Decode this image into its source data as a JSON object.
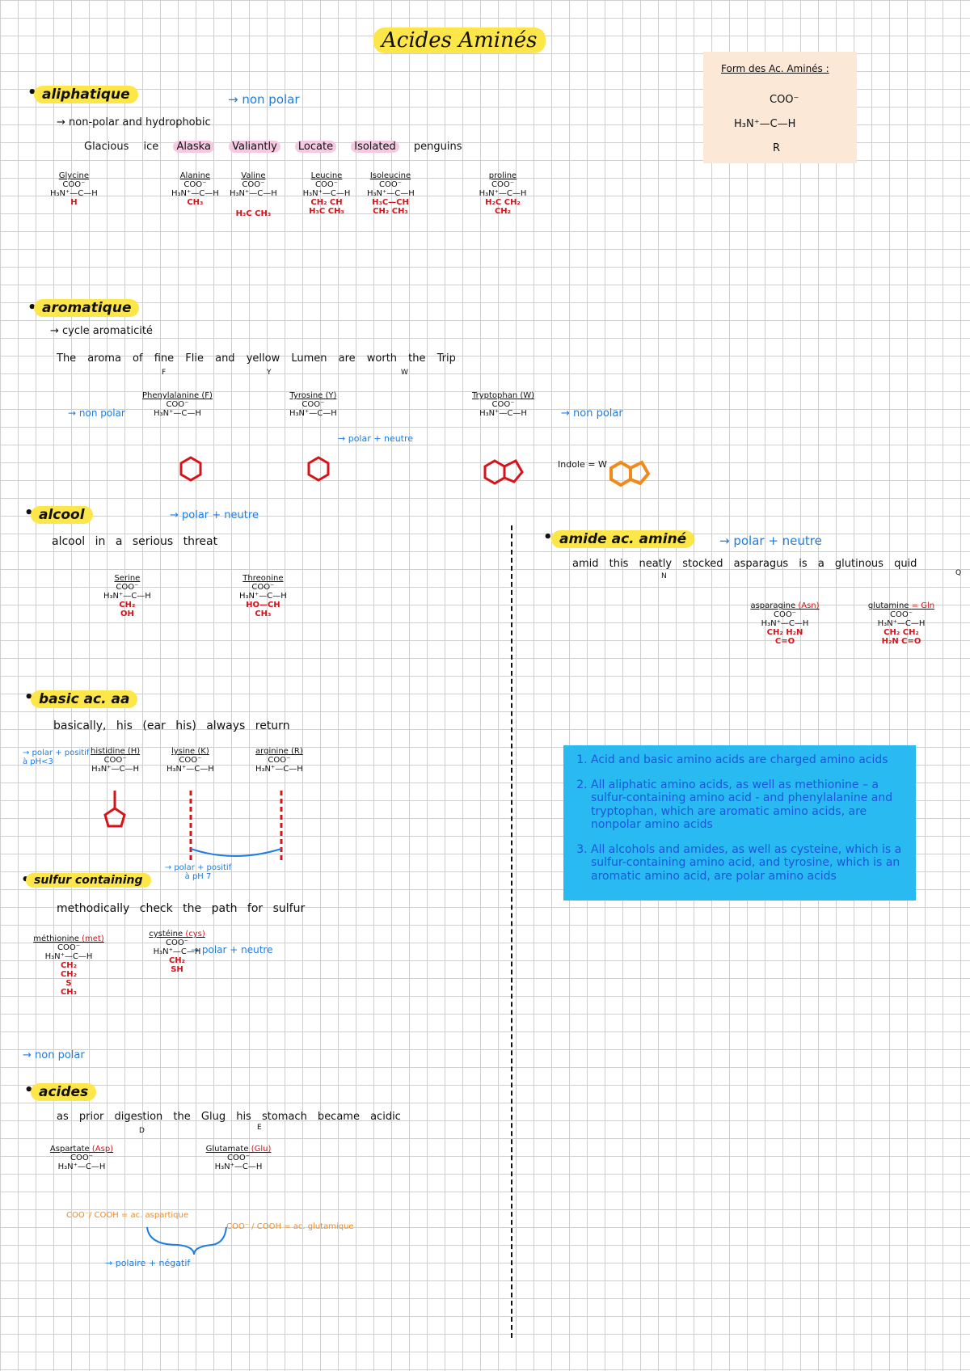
{
  "title": "Acides Aminés",
  "formula": {
    "label": "Form des Ac. Aminés :",
    "line1": "COO⁻",
    "line2": "H₃N⁺—C—H",
    "line3": "R"
  },
  "aliphatique": {
    "head": "aliphatique",
    "note_blue": "→ non polar",
    "sub": "→ non-polar and hydrophobic",
    "mnemonic": "Glacious ice Alaska Valiantly Locate Isolated penguins",
    "mnemonic_words": [
      "Glacious",
      "ice",
      "Alaska",
      "Valiantly",
      "Locate",
      "Isolated",
      "penguins"
    ],
    "acids": [
      {
        "name": "Glycine",
        "r": "H"
      },
      {
        "name": "Alanine",
        "r": "CH₃"
      },
      {
        "name": "Valine",
        "r": "H₃C  CH₃"
      },
      {
        "name": "Leucine",
        "r": "CH₂ CH H₃C CH₃"
      },
      {
        "name": "Isoleucine",
        "r": "H₃C—CH CH₂ CH₃"
      },
      {
        "name": "proline",
        "r": "H₂C CH₂ CH₂"
      }
    ]
  },
  "aromatique": {
    "head": "aromatique",
    "sub": "→ cycle aromaticité",
    "mnemonic": "The aroma of fine Flie and yellow Lumen are worth the Trip",
    "f_mark": "F",
    "y_mark": "Y",
    "w_mark": "W",
    "left_note": "→ non polar",
    "right_note": "→ non polar",
    "tyr_note": "→ polar + neutre",
    "indole_note": "Indole = W",
    "acids": [
      {
        "name": "Phenylalanine (F)"
      },
      {
        "name": "Tyrosine (Y)"
      },
      {
        "name": "Tryptophan (W)"
      }
    ]
  },
  "alcool": {
    "head": "alcool",
    "note_blue": "→ polar + neutre",
    "mnemonic": "alcool in a serious threat",
    "acids": [
      {
        "name": "Serine",
        "r": "CH₂ OH"
      },
      {
        "name": "Threonine",
        "r": "HO—CH CH₃"
      }
    ]
  },
  "amide": {
    "head": "amide ac. aminé",
    "note_blue": "→ polar + neutre",
    "mnemonic": "amid this neatly stocked asparagus is a glutinous quid",
    "n_mark": "N",
    "q_mark": "Q",
    "acids": [
      {
        "name": "asparagine",
        "tag": "(Asn)",
        "r": "CH₂ H₂N C=O"
      },
      {
        "name": "glutamine",
        "tag": "= Gln",
        "r": "CH₂ CH₂ H₂N C=O"
      }
    ]
  },
  "basic": {
    "head": "basic ac. aa",
    "mnemonic": "basically, his (ear his) always return",
    "left_note": "→ polar + positif à pH<3",
    "bottom_note": "→ polar + positif à pH 7",
    "acids": [
      {
        "name": "histidine (H)"
      },
      {
        "name": "lysine (K)"
      },
      {
        "name": "arginine (R)"
      }
    ]
  },
  "sulfur": {
    "head": "sulfur containing",
    "mnemonic": "methodically check the path for sulfur",
    "note_blue": "→ polar + neutre",
    "bottom_note": "→ non polar",
    "acids": [
      {
        "name": "méthionine",
        "tag": "(met)",
        "r": "CH₂ CH₂ S CH₃"
      },
      {
        "name": "cystéine",
        "tag": "(cys)",
        "r": "CH₂ SH"
      }
    ]
  },
  "acides": {
    "head": "acides",
    "mnemonic": "as prior digestion the Glug his stomach became acidic",
    "d_mark": "D",
    "e_mark": "E",
    "bottom_note": "→ polaire + négatif",
    "acids": [
      {
        "name": "Aspartate",
        "tag": "(Asp)",
        "r_note": "COO⁻/ COOH = ac. aspartique"
      },
      {
        "name": "Glutamate",
        "tag": "(Glu)",
        "r_note": "COO⁻ / COOH = ac. glutamique"
      }
    ]
  },
  "summary": {
    "items": [
      "Acid and basic amino acids are charged amino acids",
      "All aliphatic amino acids, as well as methionine – a sulfur-containing amino acid - and phenylalanine and tryptophan, which are aromatic amino acids, are nonpolar amino acids",
      "All alcohols and amides, as well as cysteine, which is a sulfur-containing amino acid, and tyrosine, which is an aromatic amino acid, are polar amino acids"
    ]
  },
  "backbone": {
    "top": "COO⁻",
    "mid": "H₃N⁺—C—H"
  },
  "colors": {
    "highlight": "#fde64a",
    "pink": "#f6c9e3",
    "red": "#d4141a",
    "blue": "#1f7de0",
    "orange": "#f08a1c",
    "box": "#29baf2"
  }
}
